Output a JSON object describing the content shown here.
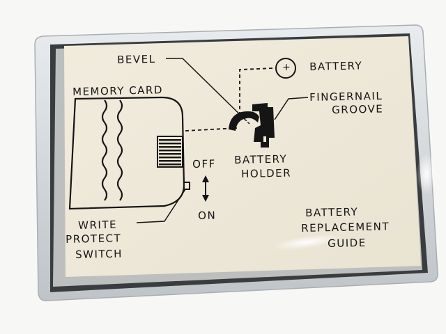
{
  "photo": {
    "subject": "Battery replacement guide card inside a clear plastic case",
    "colors": {
      "background": "#f7f7f5",
      "case_edge": "#cfd3d6",
      "case_shadow": "#3a3d40",
      "card": "#efeadb",
      "ink": "#151515"
    }
  },
  "labels": {
    "bevel": "BEVEL",
    "battery": "BATTERY",
    "battery_symbol": "+",
    "fingernail_groove_1": "FINGERNAIL",
    "fingernail_groove_2": "GROOVE",
    "memory_card": "MEMORY CARD",
    "battery_holder_1": "BATTERY",
    "battery_holder_2": "HOLDER",
    "off": "OFF",
    "on": "ON",
    "write_protect_1": "WRITE",
    "write_protect_2": "PROTECT",
    "write_protect_3": "SWITCH",
    "guide_1": "BATTERY",
    "guide_2": "REPLACEMENT",
    "guide_3": "GUIDE"
  }
}
